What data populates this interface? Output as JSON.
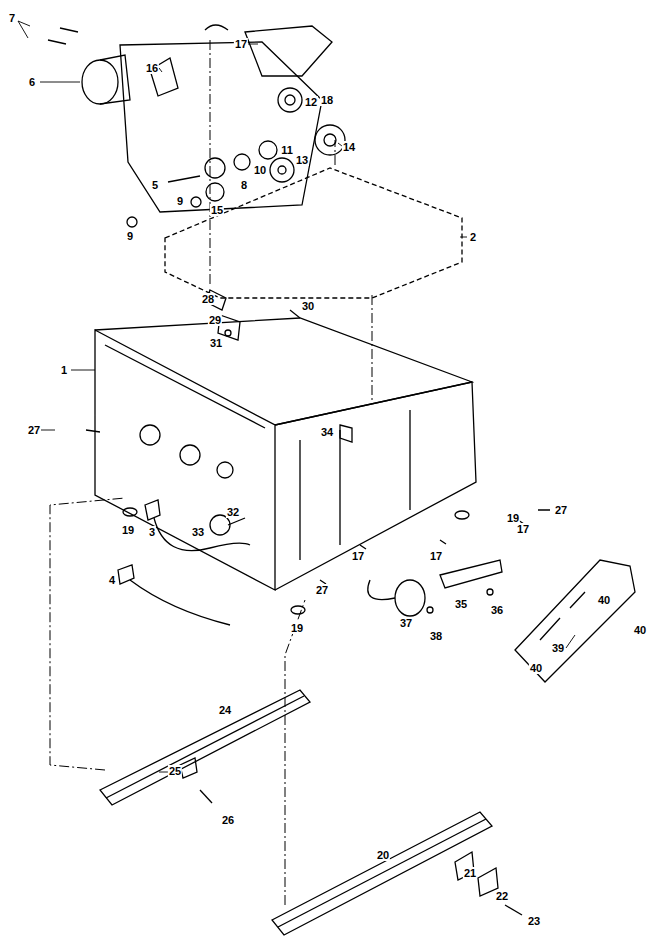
{
  "diagram": {
    "labels": [
      "7",
      "6",
      "16",
      "17",
      "18",
      "12",
      "14",
      "11",
      "13",
      "10",
      "8",
      "5",
      "15",
      "9",
      "9",
      "2",
      "28",
      "29",
      "30",
      "31",
      "1",
      "27",
      "34",
      "19",
      "3",
      "33",
      "32",
      "4",
      "19",
      "27",
      "17",
      "17",
      "17",
      "27",
      "19",
      "37",
      "38",
      "35",
      "36",
      "39",
      "40",
      "40",
      "40",
      "24",
      "25",
      "26",
      "20",
      "21",
      "22",
      "23"
    ]
  }
}
